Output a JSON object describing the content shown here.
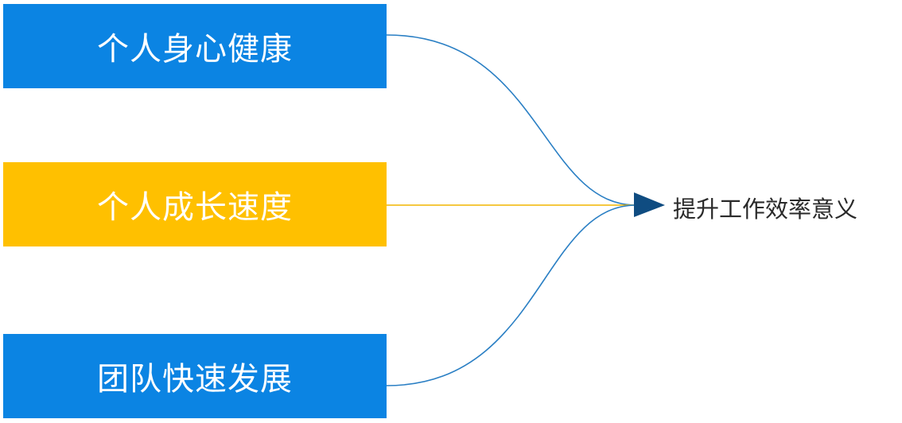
{
  "sources": [
    {
      "label": "个人身心健康",
      "color": "#0b84e3",
      "line_color": "#2a7fc4"
    },
    {
      "label": "个人成长速度",
      "color": "#ffc000",
      "line_color": "#f2b600"
    },
    {
      "label": "团队快速发展",
      "color": "#0b84e3",
      "line_color": "#2a7fc4"
    }
  ],
  "target": {
    "label": "提升工作效率意义",
    "arrow_color": "#0f4c81",
    "text_color": "#2a2a2a"
  }
}
